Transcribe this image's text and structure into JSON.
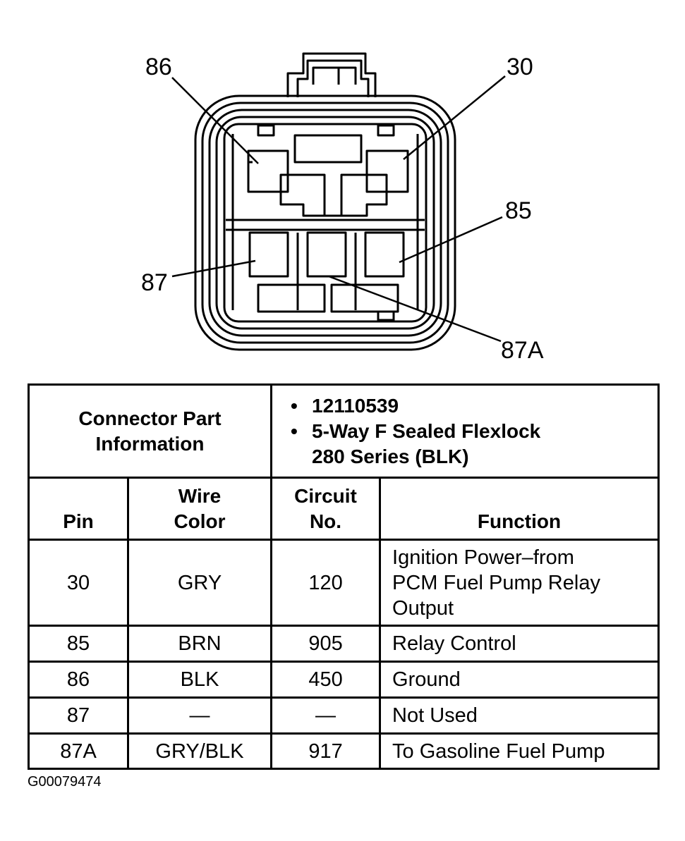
{
  "pin_labels": {
    "p86": "86",
    "p30": "30",
    "p85": "85",
    "p87": "87",
    "p87a": "87A"
  },
  "connector_info": {
    "header": "Connector Part Information",
    "part_number": "12110539",
    "description_line1": "5-Way F Sealed Flexlock",
    "description_line2": "280 Series (BLK)",
    "bullet": "•"
  },
  "columns": {
    "pin": "Pin",
    "wire_color_1": "Wire",
    "wire_color_2": "Color",
    "circuit_1": "Circuit",
    "circuit_2": "No.",
    "function": "Function"
  },
  "rows": [
    {
      "pin": "30",
      "wire_color": "GRY",
      "circuit": "120",
      "function_1": "Ignition Power–from",
      "function_2": "PCM Fuel Pump Relay",
      "function_3": "Output"
    },
    {
      "pin": "85",
      "wire_color": "BRN",
      "circuit": "905",
      "function": "Relay Control"
    },
    {
      "pin": "86",
      "wire_color": "BLK",
      "circuit": "450",
      "function": "Ground"
    },
    {
      "pin": "87",
      "wire_color": "—",
      "circuit": "—",
      "function": "Not Used"
    },
    {
      "pin": "87A",
      "wire_color": "GRY/BLK",
      "circuit": "917",
      "function": "To Gasoline Fuel Pump"
    }
  ],
  "figure_id": "G00079474"
}
